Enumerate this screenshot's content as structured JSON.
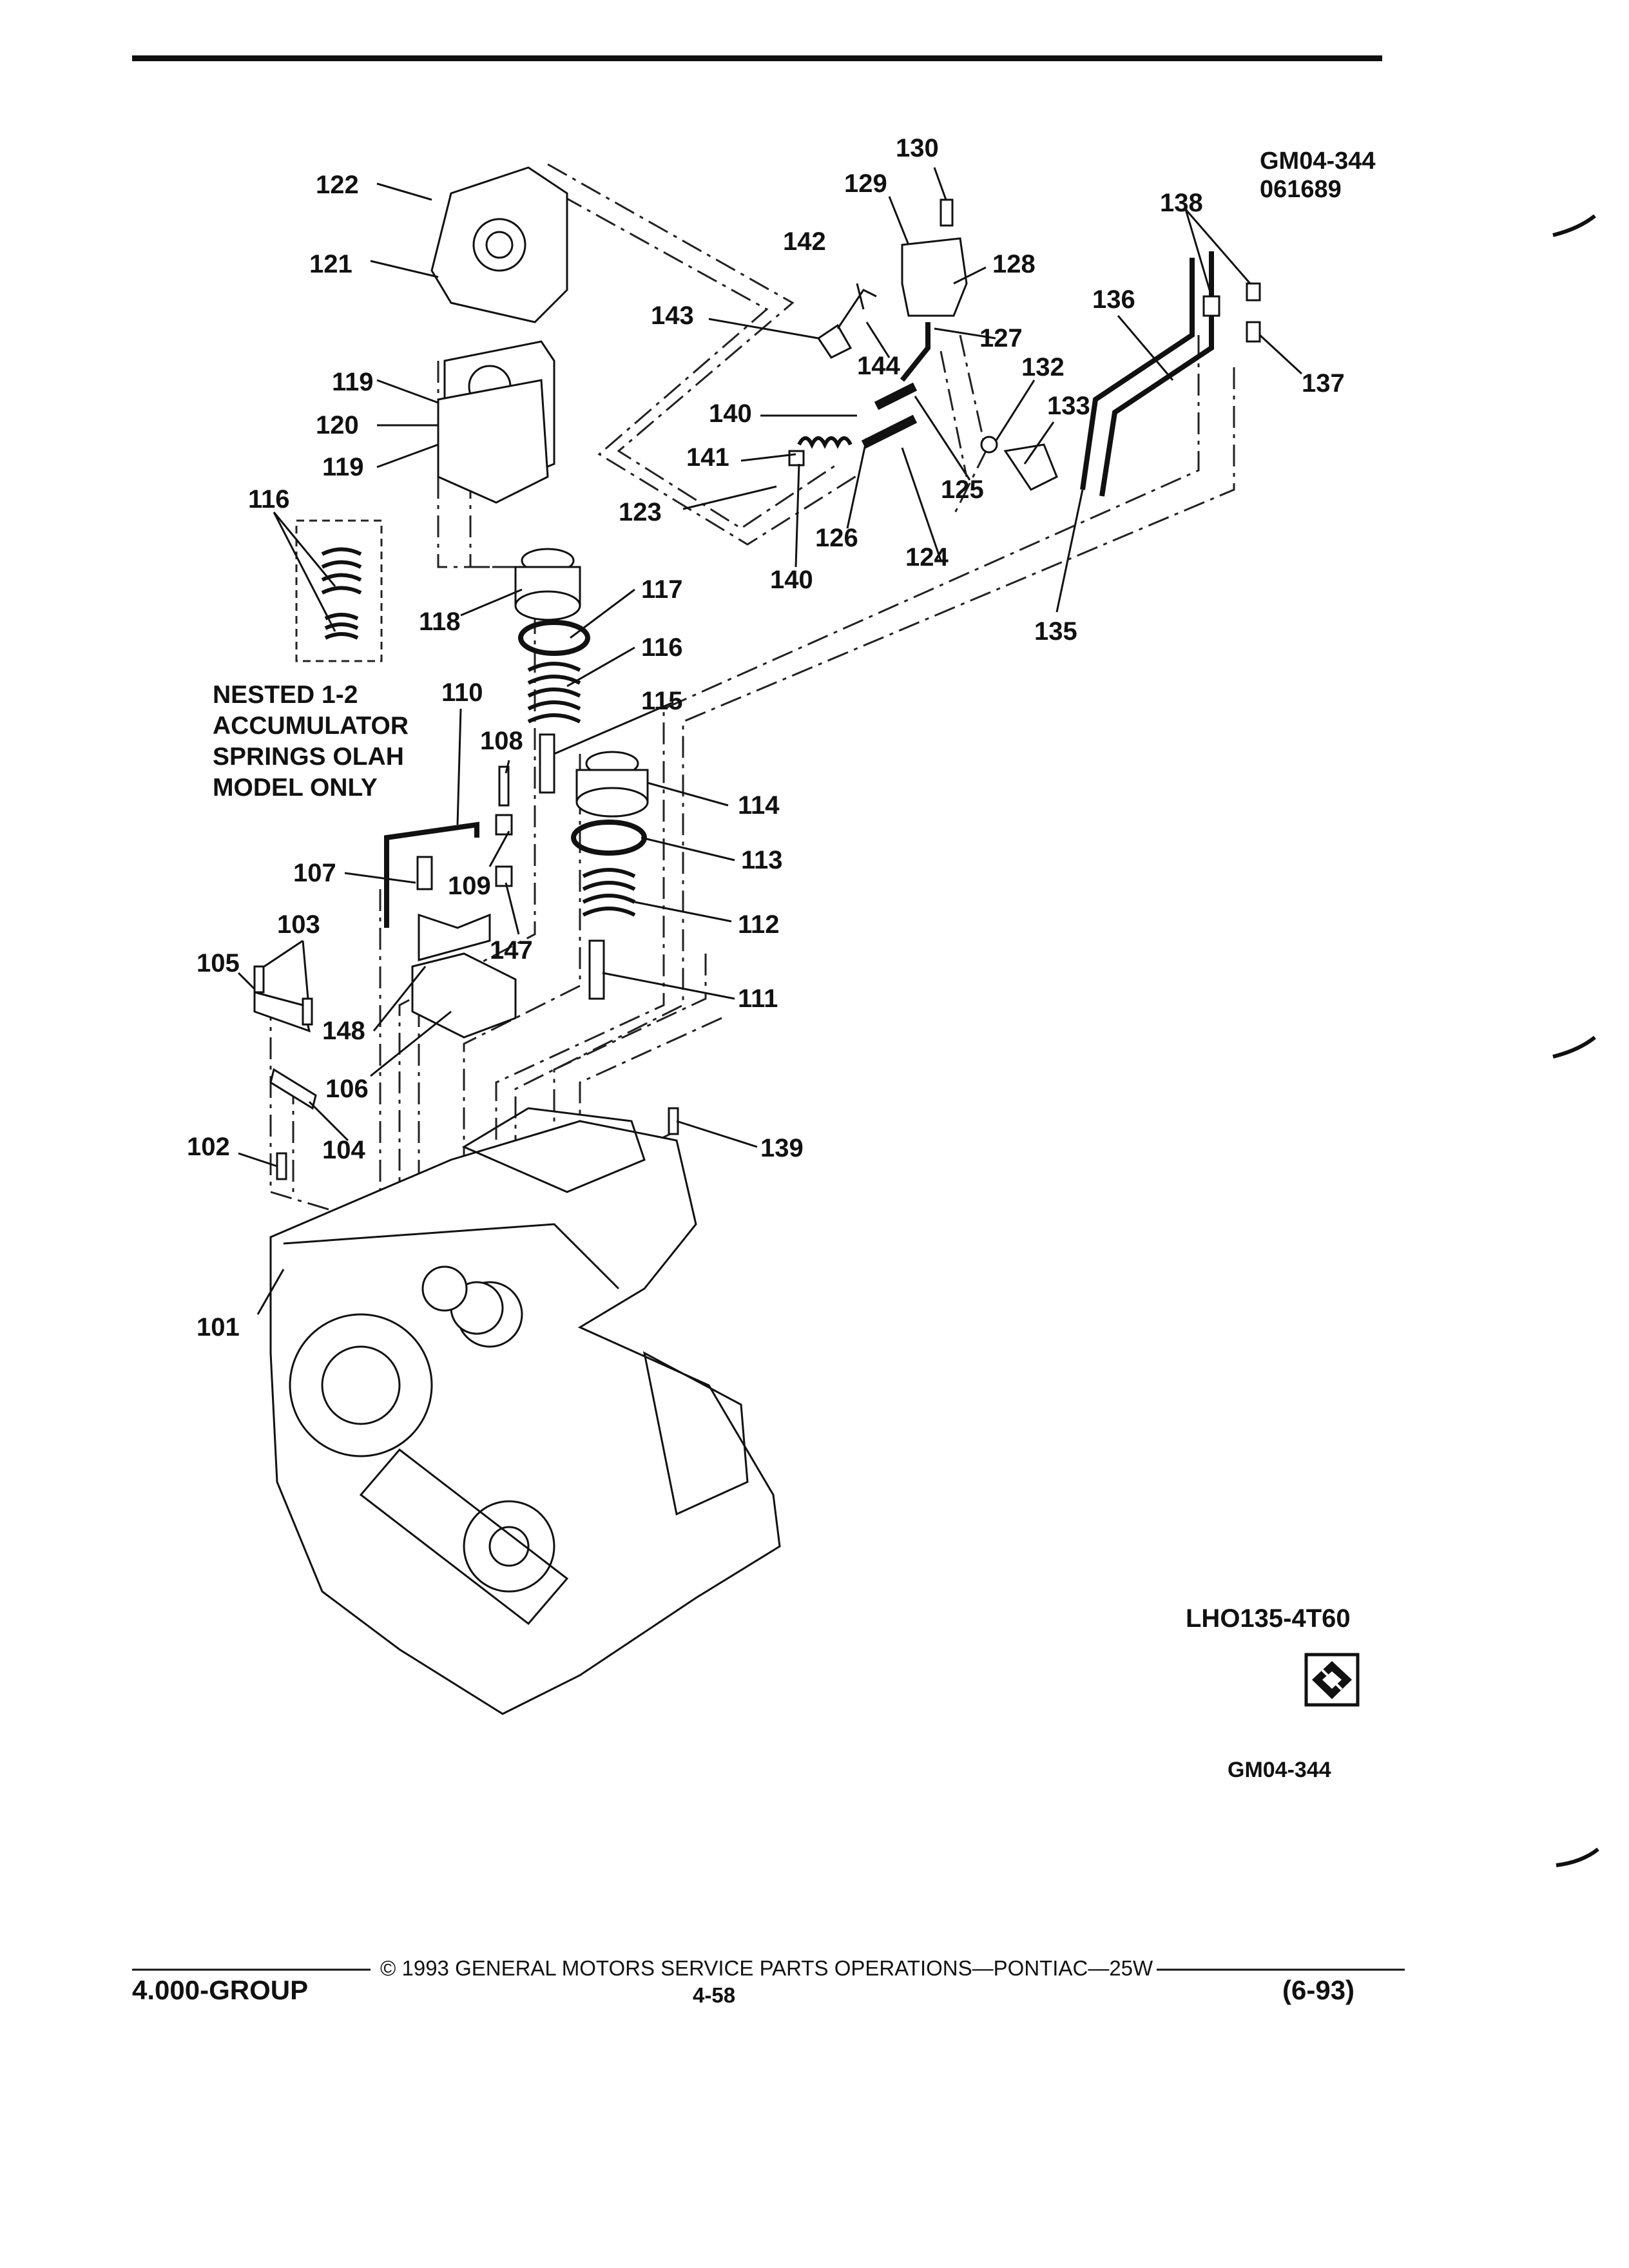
{
  "diagram": {
    "ref_id": "GM04-344",
    "ref_date": "061689",
    "illustration_code": "LHO135-4T60",
    "figure_id": "GM04-344",
    "nested_note": [
      "NESTED 1-2",
      "ACCUMULATOR",
      "SPRINGS OLAH",
      "MODEL ONLY"
    ],
    "callouts": [
      "101",
      "102",
      "103",
      "104",
      "105",
      "106",
      "107",
      "108",
      "109",
      "110",
      "111",
      "112",
      "113",
      "114",
      "115",
      "116",
      "116",
      "117",
      "118",
      "119",
      "119",
      "120",
      "121",
      "122",
      "123",
      "124",
      "125",
      "126",
      "127",
      "128",
      "129",
      "130",
      "132",
      "133",
      "135",
      "136",
      "137",
      "138",
      "139",
      "140",
      "140",
      "141",
      "142",
      "143",
      "144",
      "147",
      "148"
    ]
  },
  "footer": {
    "copyright": "© 1993 GENERAL MOTORS SERVICE PARTS OPERATIONS—PONTIAC—25W",
    "group": "4.000-GROUP",
    "page": "4-58",
    "date": "(6-93)"
  },
  "icons": [
    "logo-diamond-icon"
  ]
}
